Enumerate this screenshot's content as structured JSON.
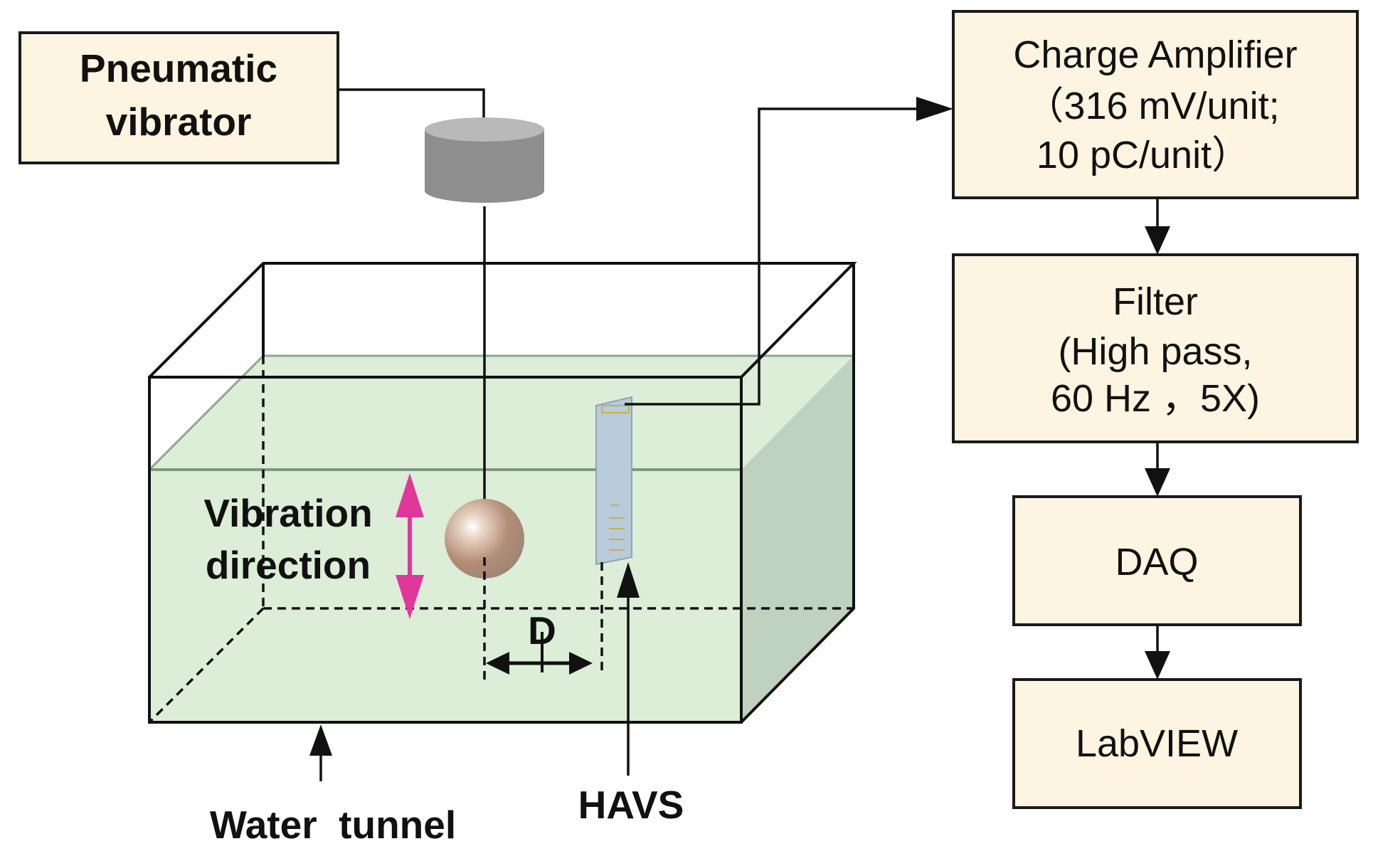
{
  "pneumatic_vibrator": {
    "line1": "Pneumatic",
    "line2": "vibrator"
  },
  "charge_amplifier": {
    "line1": "Charge Amplifier",
    "line2": "（316 mV/unit;",
    "line3": "10 pC/unit）"
  },
  "filter": {
    "line1": "Filter",
    "line2": "(High pass,",
    "line3": "60 Hz ，5X)"
  },
  "daq": {
    "label": "DAQ"
  },
  "labview": {
    "label": "LabVIEW"
  },
  "vibration": {
    "line1": "Vibration",
    "line2": "direction"
  },
  "distance_label": "D",
  "havs_label": "HAVS",
  "water_tunnel_label": "Water  tunnel",
  "colors": {
    "box_fill": "#fdf5e2",
    "water": "#dcedd8",
    "water_side": "#bfd1bf",
    "vibrator_body": "#8e8e8e",
    "arrow_magenta": "#e0379b",
    "sensor": "#b7cbd9"
  }
}
